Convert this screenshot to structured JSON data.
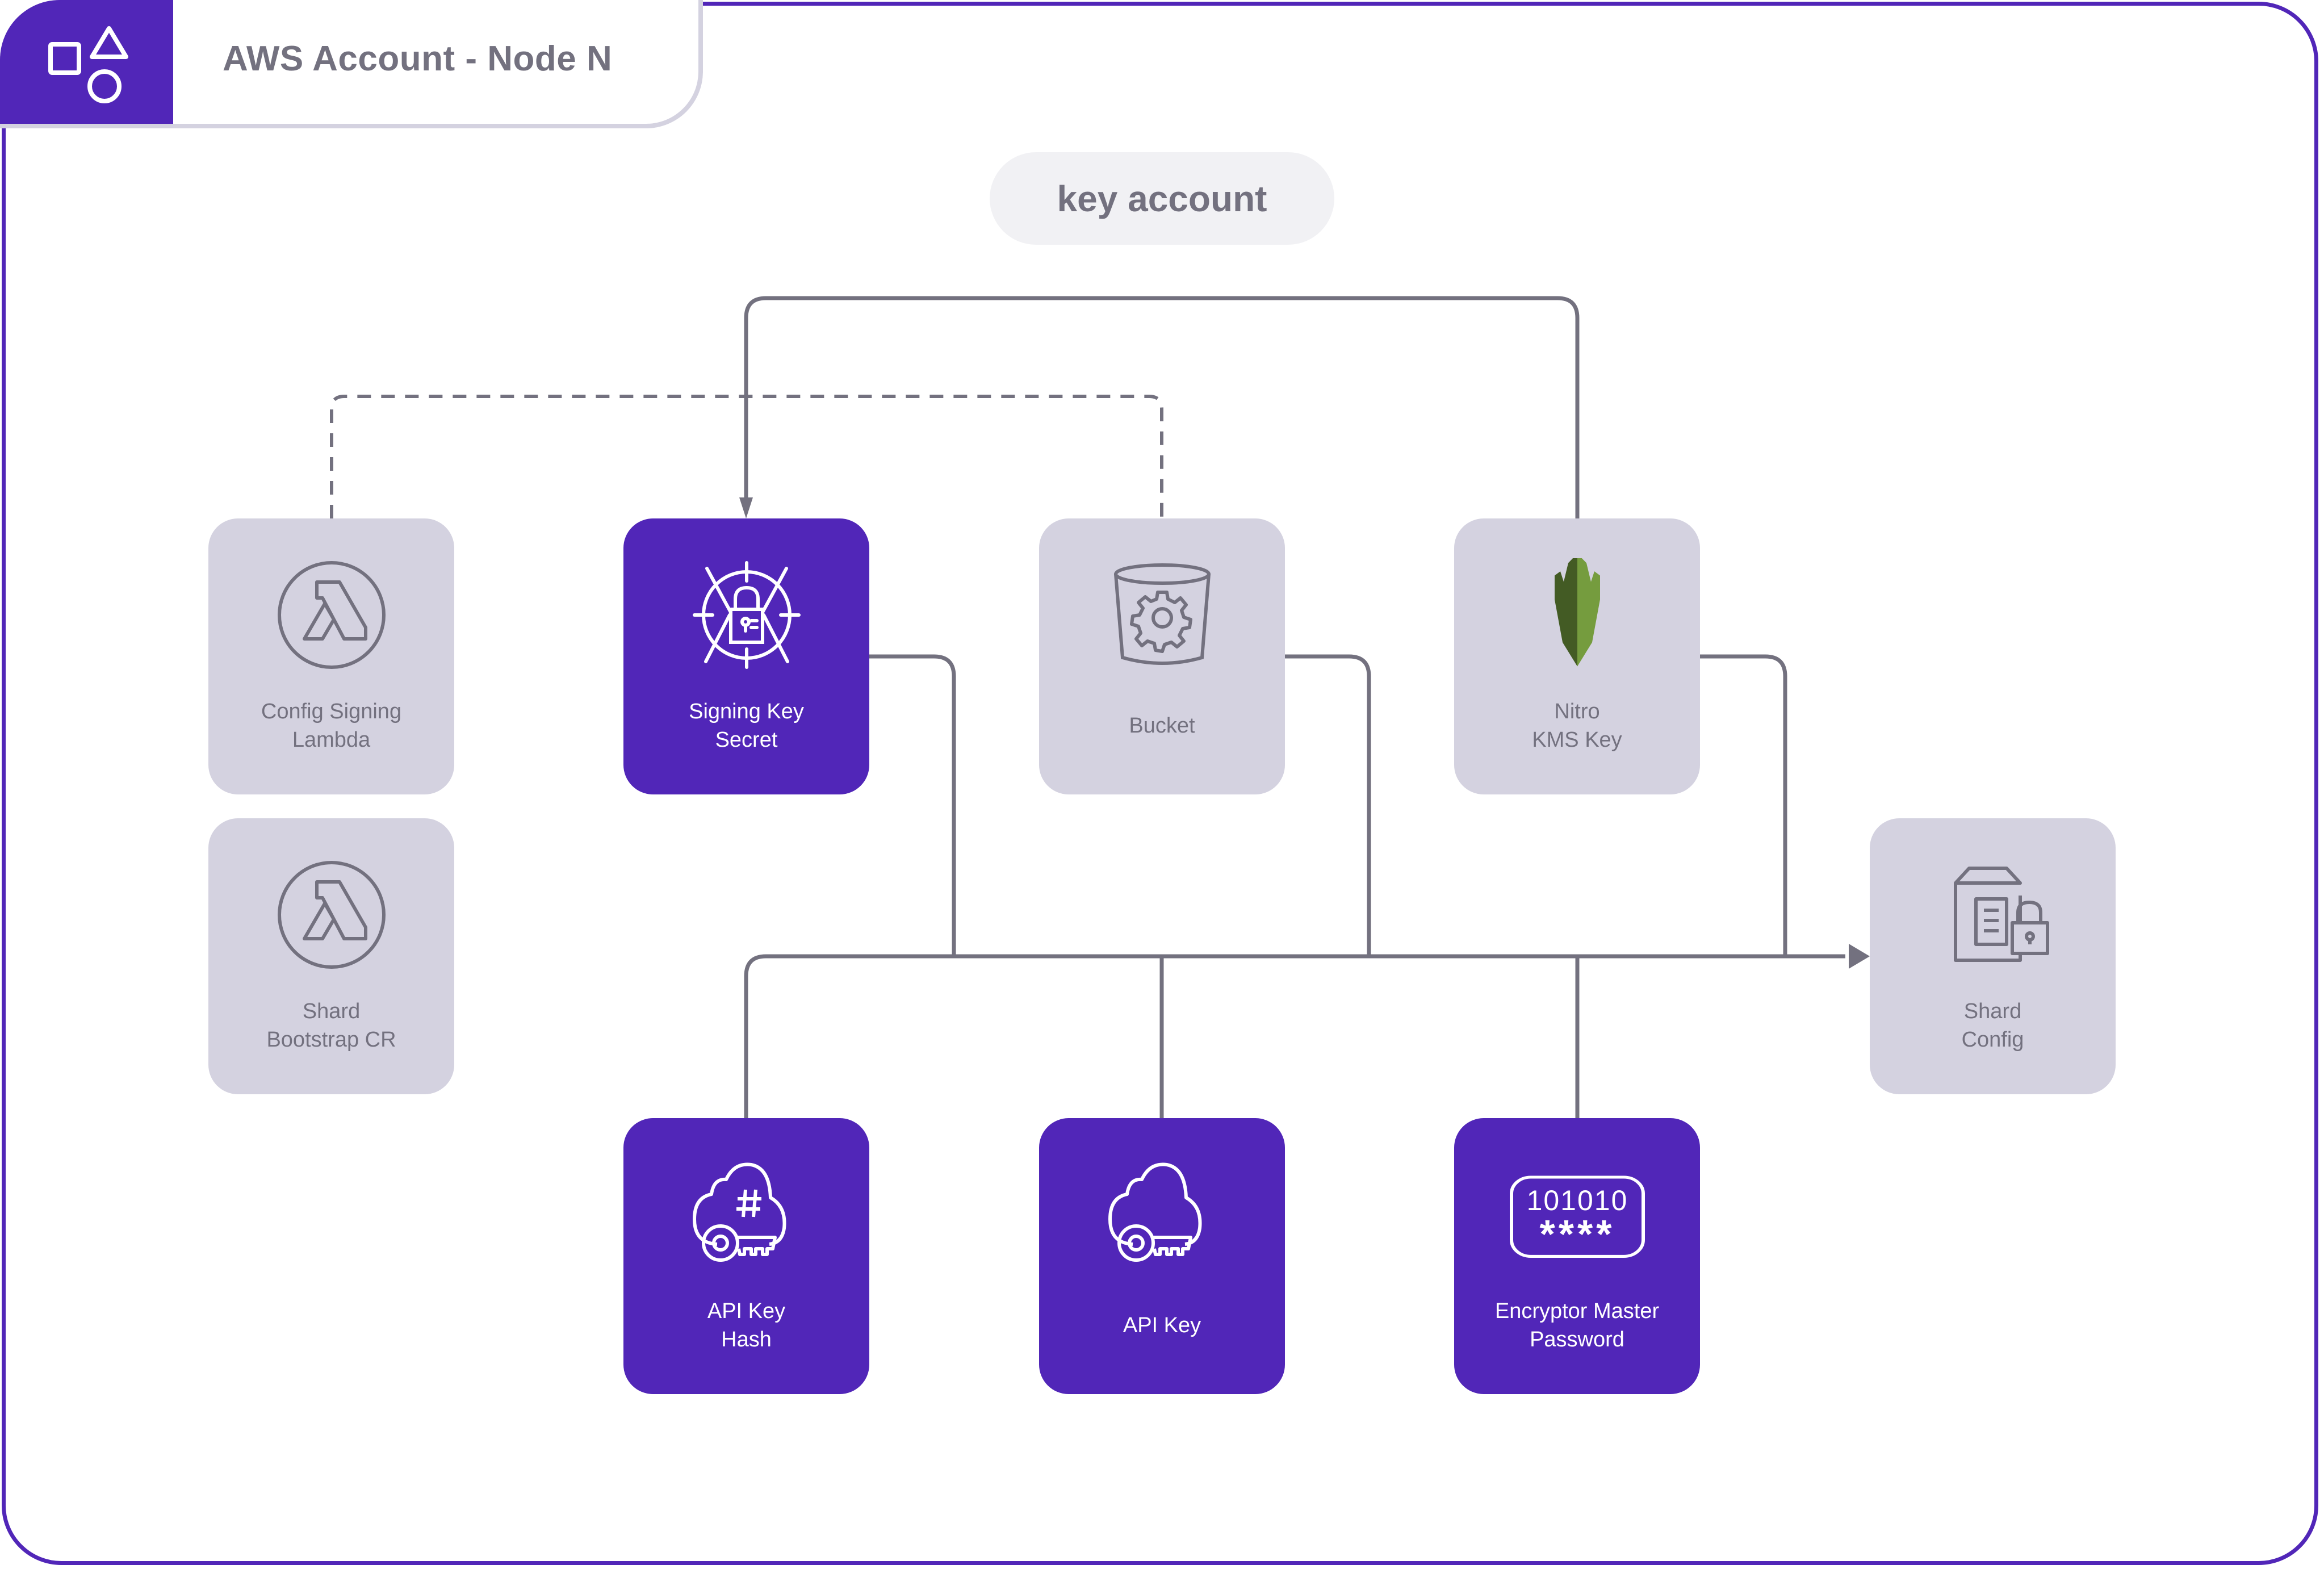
{
  "header": {
    "title": "AWS Account - Node N",
    "icon": "shapes-icon"
  },
  "group_label": "key account",
  "colors": {
    "accent": "#5126B8",
    "card_gray": "#D4D2E0",
    "text_gray": "#73717F",
    "pill_bg": "#F1F1F4",
    "connector": "#73717F",
    "kms_dark": "#435B24",
    "kms_light": "#759C3E"
  },
  "nodes": {
    "config_signing_lambda": {
      "line1": "Config Signing",
      "line2": "Lambda",
      "icon": "lambda-icon",
      "style": "gray"
    },
    "shard_bootstrap_cr": {
      "line1": "Shard",
      "line2": "Bootstrap CR",
      "icon": "lambda-icon",
      "style": "gray"
    },
    "signing_key_secret": {
      "line1": "Signing Key",
      "line2": "Secret",
      "icon": "secrets-manager-icon",
      "style": "purple"
    },
    "bucket": {
      "line1": "Bucket",
      "line2": "",
      "icon": "s3-bucket-icon",
      "style": "gray"
    },
    "nitro_kms_key": {
      "line1": "Nitro",
      "line2": "KMS Key",
      "icon": "kms-icon",
      "style": "gray"
    },
    "shard_config": {
      "line1": "Shard",
      "line2": "Config",
      "icon": "encrypted-document-icon",
      "style": "gray"
    },
    "api_key_hash": {
      "line1": "API Key",
      "line2": "Hash",
      "icon": "cloud-key-hash-icon",
      "style": "purple"
    },
    "api_key": {
      "line1": "API Key",
      "line2": "",
      "icon": "cloud-key-icon",
      "style": "purple"
    },
    "encryptor_master_password": {
      "line1": "Encryptor Master",
      "line2": "Password",
      "icon": "password-icon",
      "style": "purple",
      "icon_text": "101010",
      "icon_mask": "****"
    }
  },
  "connections": [
    {
      "from": "nitro_kms_key",
      "to": "signing_key_secret",
      "style": "solid",
      "arrow": true
    },
    {
      "from": "config_signing_lambda",
      "to": "bucket",
      "style": "dashed",
      "arrow": false
    },
    {
      "from": "signing_key_secret",
      "to": "shard_config",
      "style": "solid",
      "arrow": true
    },
    {
      "from": "bucket",
      "to": "shard_config",
      "style": "solid",
      "arrow": true
    },
    {
      "from": "nitro_kms_key",
      "to": "shard_config",
      "style": "solid",
      "arrow": true
    },
    {
      "from": "api_key_hash",
      "to": "shard_config",
      "style": "solid",
      "arrow": true
    },
    {
      "from": "api_key",
      "to": "shard_config",
      "style": "solid",
      "arrow": true
    },
    {
      "from": "encryptor_master_password",
      "to": "shard_config",
      "style": "solid",
      "arrow": true
    }
  ]
}
